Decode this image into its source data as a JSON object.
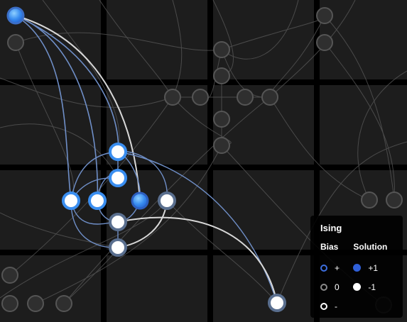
{
  "legend": {
    "title": "Ising",
    "bias_header": "Bias",
    "solution_header": "Solution",
    "bias_items": [
      {
        "symbol": "plus",
        "label": "+"
      },
      {
        "symbol": "zero",
        "label": "0"
      },
      {
        "symbol": "minus",
        "label": "-"
      }
    ],
    "solution_items": [
      {
        "symbol": "pos",
        "label": "+1"
      },
      {
        "symbol": "neg",
        "label": "-1"
      }
    ]
  },
  "colors": {
    "background": "#000000",
    "tile": "#1d1d1d",
    "dim_edge": "#5a5a5a",
    "dim_node": "#2f2f2f",
    "active_edge_blue": "#6f8fc8",
    "active_edge_white": "#d8d8d8",
    "node_blue": "#3a8ef0",
    "node_white": "#ffffff"
  }
}
